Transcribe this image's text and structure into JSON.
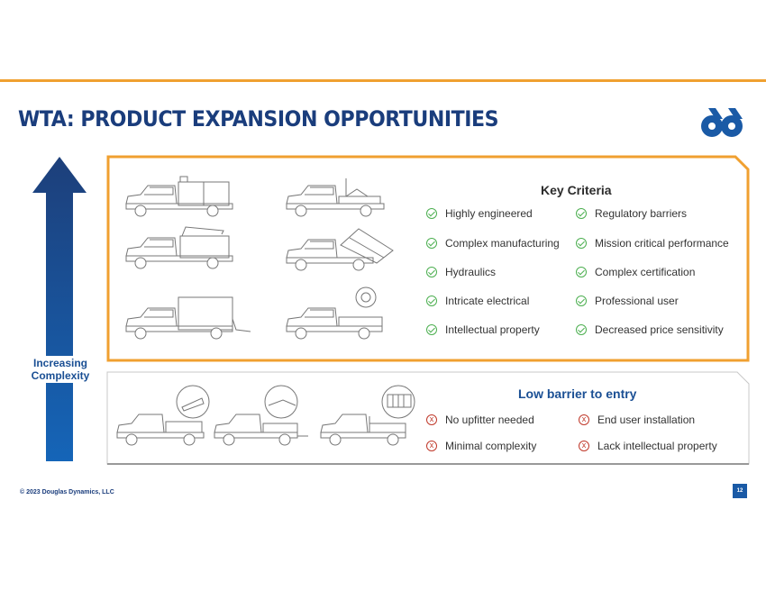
{
  "slide": {
    "title": "WTA: PRODUCT EXPANSION OPPORTUNITIES",
    "footer": "© 2023 Douglas Dynamics, LLC",
    "page_number": "12",
    "accent_color": "#f0a030",
    "brand_color": "#1a3d7c"
  },
  "arrow": {
    "label_line1": "Increasing",
    "label_line2": "Complexity"
  },
  "key_criteria": {
    "title": "Key Criteria",
    "left": [
      "Highly engineered",
      "Complex manufacturing",
      "Hydraulics",
      "Intricate electrical",
      "Intellectual property"
    ],
    "right": [
      "Regulatory barriers",
      "Mission critical performance",
      "Complex certification",
      "Professional user",
      "Decreased price sensitivity"
    ]
  },
  "low_barrier": {
    "title": "Low barrier to entry",
    "left": [
      "No upfitter needed",
      "Minimal complexity"
    ],
    "right": [
      "End user installation",
      "Lack intellectual property"
    ]
  },
  "icons": {
    "criteria_icon": "check-circle-icon",
    "barrier_icon": "x-circle-icon",
    "logo": "douglas-dynamics-logo"
  }
}
